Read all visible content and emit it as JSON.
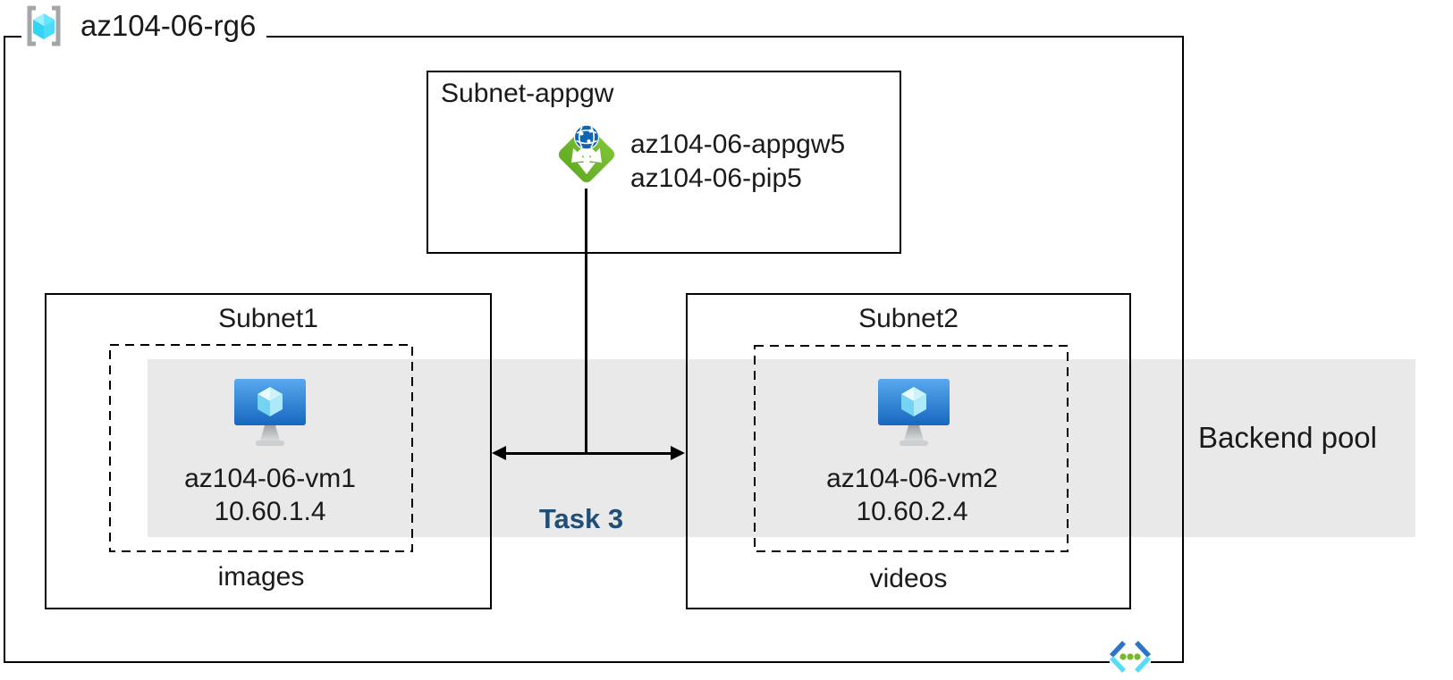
{
  "diagram": {
    "resource_group": {
      "name": "az104-06-rg6"
    },
    "appgw_subnet": {
      "name": "Subnet-appgw",
      "gateway_name": "az104-06-appgw5",
      "public_ip_name": "az104-06-pip5"
    },
    "subnet1": {
      "name": "Subnet1",
      "vm_name": "az104-06-vm1",
      "vm_ip": "10.60.1.4",
      "caption": "images"
    },
    "subnet2": {
      "name": "Subnet2",
      "vm_name": "az104-06-vm2",
      "vm_ip": "10.60.2.4",
      "caption": "videos"
    },
    "backend_pool_label": "Backend pool",
    "task_label": "Task 3",
    "icons": {
      "resource_group": "resource-group-icon",
      "application_gateway": "application-gateway-icon",
      "virtual_machine": "virtual-machine-icon",
      "virtual_network": "virtual-network-icon"
    },
    "colors": {
      "band": "#e9e9e9",
      "line": "#000000",
      "text": "#1a1a1a",
      "task_text": "#1f4e79",
      "appgw_green": "#73b82d",
      "globe_blue": "#1065b3",
      "vm_screen_top": "#58a9ee",
      "vm_screen_bottom": "#1767c0",
      "cube_cyan": "#50e6ff",
      "vnet_dark_blue": "#2d74c9",
      "vnet_light_blue": "#55dcfb",
      "dot_green": "#76b825"
    }
  }
}
